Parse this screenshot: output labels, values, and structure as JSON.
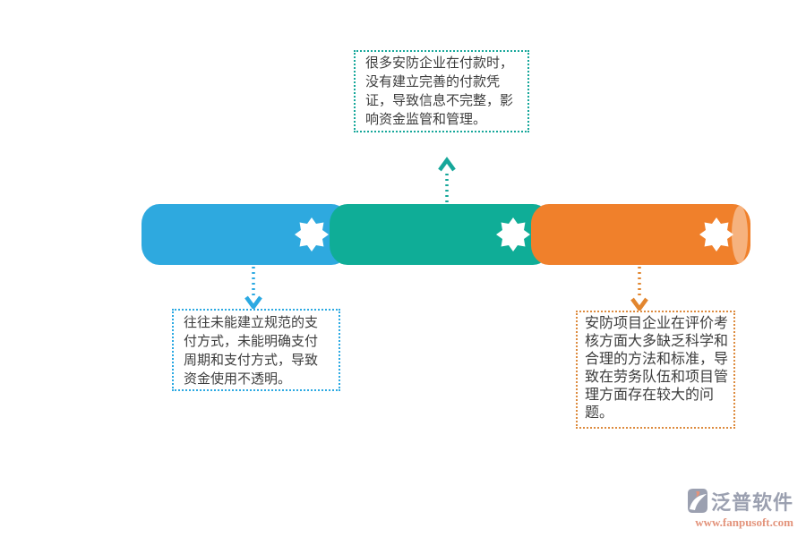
{
  "diagram": {
    "title_hidden": "",
    "bar": {
      "segments": [
        {
          "name": "segment-payment-voucher",
          "color": "#2ea9df"
        },
        {
          "name": "segment-payment-method",
          "color": "#0fad97"
        },
        {
          "name": "segment-evaluation",
          "color": "#f0802b"
        }
      ],
      "end_cap_color": "#f6b27e",
      "star_color": "#ffffff"
    },
    "callouts": [
      {
        "id": "top",
        "accent": "#16a79a",
        "text": "很多安防企业在付款时，没有建立完善的付款凭证，导致信息不完整，影响资金监管和管理。"
      },
      {
        "id": "bottom-left",
        "accent": "#2ba9e2",
        "text": "往往未能建立规范的支付方式，未能明确支付周期和支付方式，导致资金使用不透明。"
      },
      {
        "id": "right",
        "accent": "#dd8b3e",
        "text": "安防项目企业在评价考核方面大多缺乏科学和合理的方法和标准，导致在劳务队伍和项目管理方面存在较大的问题。"
      }
    ],
    "arrows": [
      {
        "id": "arrow-top",
        "direction": "up",
        "color": "#16a79a"
      },
      {
        "id": "arrow-bottom-left",
        "direction": "down",
        "color": "#2ba9e2"
      },
      {
        "id": "arrow-right",
        "direction": "down",
        "color": "#e2862f"
      }
    ]
  },
  "colors": {
    "blue": "#2ea9df",
    "green": "#0fad97",
    "orange": "#f0802b",
    "orange_light": "#f6b27e",
    "teal_accent": "#16a79a",
    "blue_accent": "#2ba9e2",
    "orange_accent": "#e2862f",
    "white": "#ffffff",
    "text": "#3d3d3d",
    "logo_gray": "#9ba0b0",
    "logo_salmon": "#e3937b"
  },
  "logo": {
    "name": "泛普软件",
    "url": "www.fanpusoft.com"
  }
}
